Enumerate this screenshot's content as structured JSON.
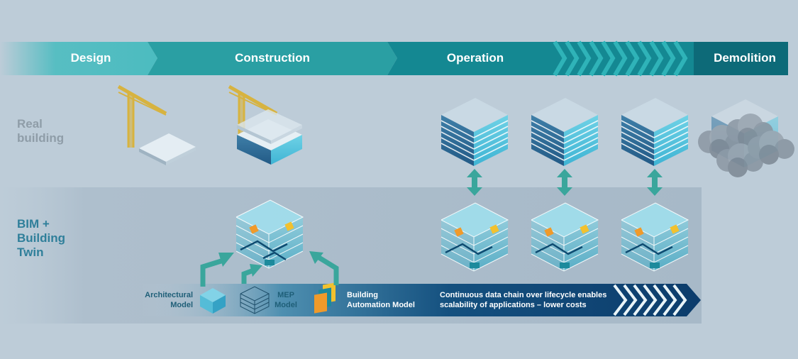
{
  "phases": [
    "Design",
    "Construction",
    "Operation",
    "Demolition"
  ],
  "rows": {
    "real_building": [
      "Real",
      "building"
    ],
    "bim_twin": [
      "BIM +",
      "Building",
      "Twin"
    ]
  },
  "models": {
    "architectural": [
      "Architectural",
      "Model"
    ],
    "mep": [
      "MEP",
      "Model"
    ],
    "automation": [
      "Building",
      "Automation Model"
    ]
  },
  "chain_text": [
    "Continuous data chain over lifecycle enables",
    "scalability of applications – lower costs"
  ],
  "colors": {
    "background": "#bdccd8",
    "band_design": "#4cbcc0",
    "band_construction": "#2a9fa3",
    "band_operation": "#148892",
    "band_demolition": "#0d6a78",
    "twin_panel": "#a9bccb",
    "arrow_teal": "#3aa69c",
    "crane_yellow": "#d7b340",
    "chain_dark": "#0f3f6e"
  }
}
